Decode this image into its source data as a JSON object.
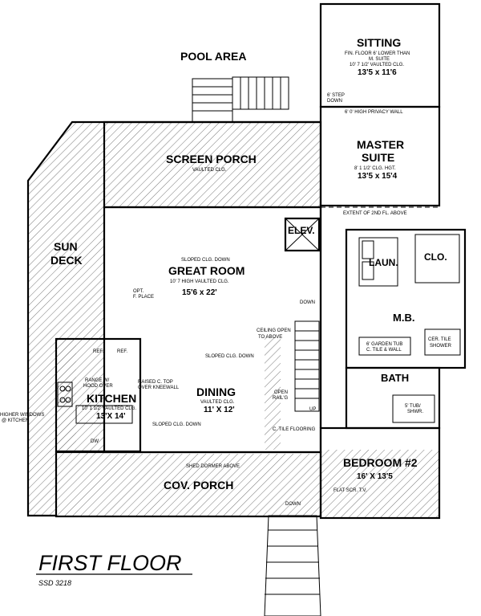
{
  "rooms": {
    "pool_area": "POOL AREA",
    "sitting": "SITTING",
    "sitting_note1": "FIN. FLOOR 6' LOWER THAN",
    "sitting_note2": "M. SUITE",
    "sitting_note3": "10' 7 1/2' VAULTED CLG.",
    "sitting_dim": "13'5 x 11'6",
    "step_note1": "6' STEP",
    "step_note2": "DOWN",
    "privacy_wall": "6' 0' HIGH PRIVACY WALL",
    "master": "MASTER",
    "suite": "SUITE",
    "master_note": "8' 1 1/2' CLG. HGT.",
    "master_dim": "13'5 x 15'4",
    "extent_note": "EXTENT OF 2ND FL. ABOVE",
    "screen_porch": "SCREEN PORCH",
    "screen_note": "VAULTED CLG.",
    "sun": "SUN",
    "deck": "DECK",
    "elev": "ELEV.",
    "laun": "LAUN.",
    "clo": "CLO.",
    "great_room": "GREAT ROOM",
    "great_note1": "SLOPED CLG. DOWN",
    "great_note2": "10' 7 HIGH VAULTED CLG.",
    "great_dim": "15'6 x 22'",
    "fireplace1": "OPT.",
    "fireplace2": "F. PLACE",
    "down_stair": "DOWN",
    "mb": "M.B.",
    "ceiling_open1": "CEILING OPEN",
    "ceiling_open2": "TO ABOVE",
    "ref1": "REF.",
    "ref2": "REF.",
    "garden_tub1": "6' GARDEN TUB",
    "garden_tub2": "C. TILE & WALL",
    "shower1": "CER. TILE",
    "shower2": "SHOWER",
    "sloped_dining": "SLOPED CLG. DOWN",
    "bath": "BATH",
    "range1": "RANGE W/",
    "range2": "HOOD OVER",
    "raised1": "RAISED C. TOP",
    "raised2": "OVER KNEEWALL",
    "kitchen": "KITCHEN",
    "kitchen_note": "10' 1 1/2' VAULTED CLG.",
    "kitchen_dim": "13'X 14'",
    "dining": "DINING",
    "dining_note": "VAULTED CLG.",
    "dining_dim": "11' X 12'",
    "open_rail1": "OPEN",
    "open_rail2": "RAIL'G",
    "up": "UP",
    "tub1": "5' TUB/",
    "tub2": "SHWR.",
    "higher1": "HIGHER WINDOWS",
    "higher2": "@ KITCHEN",
    "dw": "DW",
    "sloped_kitchen": "SLOPED CLG. DOWN",
    "tile_flooring": "C. TILE FLOORING",
    "shed_dormer": "SHED DORMER ABOVE",
    "bedroom": "BEDROOM #2",
    "bedroom_dim": "16' X 13'5",
    "flat_tv": "FLAT SCR. T.V.",
    "cov_porch": "COV. PORCH",
    "down_porch": "DOWN"
  },
  "title": {
    "floor": "FIRST FLOOR",
    "code": "SSD 3218"
  }
}
